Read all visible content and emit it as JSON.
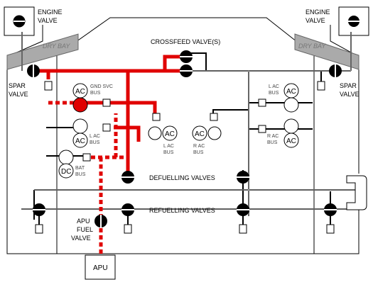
{
  "labels": {
    "engine_valve_left_1": "ENGINE",
    "engine_valve_left_2": "VALVE",
    "engine_valve_right_1": "ENGINE",
    "engine_valve_right_2": "VALVE",
    "dry_bay_left": "DRY BAY",
    "dry_bay_right": "DRY BAY",
    "crossfeed": "CROSSFEED VALVE(S)",
    "spar_left_1": "SPAR",
    "spar_left_2": "VALVE",
    "spar_right_1": "SPAR",
    "spar_right_2": "VALVE",
    "defuelling": "DEFUELLING VALVES",
    "refuelling": "REFUELLING VALVES",
    "apu_fuel_1": "APU",
    "apu_fuel_2": "FUEL",
    "apu_fuel_3": "VALVE",
    "apu": "APU"
  },
  "pumps": {
    "gnd_svc": {
      "symbol": "AC",
      "bus_1": "GND SVC",
      "bus_2": "BUS"
    },
    "l_ac_upper": {
      "symbol": "AC",
      "bus_1": "L AC",
      "bus_2": "BUS"
    },
    "bat": {
      "symbol": "DC",
      "bus_1": "BAT",
      "bus_2": "BUS"
    },
    "center_l": {
      "symbol": "AC",
      "bus_1": "L AC",
      "bus_2": "BUS"
    },
    "center_r": {
      "symbol": "AC",
      "bus_1": "R AC",
      "bus_2": "BUS"
    },
    "r_ac_upper": {
      "symbol": "AC",
      "bus_1": "L AC",
      "bus_2": "BUS"
    },
    "r_ac_lower": {
      "symbol": "AC",
      "bus_1": "R AC",
      "bus_2": "BUS"
    }
  },
  "colors": {
    "active_fuel": "#e00000",
    "suction_fuel": "#e00000",
    "line": "#000000",
    "dry_bay": "#aaaaaa"
  }
}
